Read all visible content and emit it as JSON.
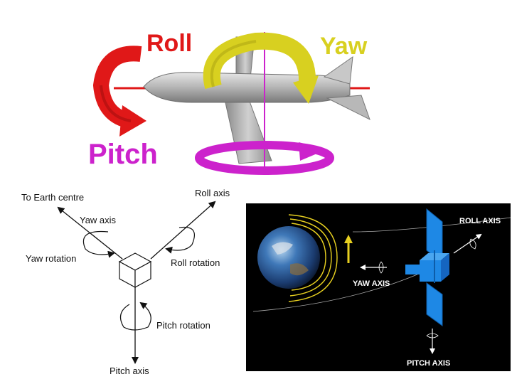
{
  "airplane": {
    "roll_label": "Roll",
    "yaw_label": "Yaw",
    "pitch_label": "Pitch",
    "colors": {
      "roll": "#e01818",
      "yaw": "#d8d020",
      "pitch": "#cc22cc",
      "body": "#b8b8b8"
    }
  },
  "axis_diagram": {
    "to_earth_centre": "To Earth centre",
    "yaw_axis": "Yaw axis",
    "yaw_rotation": "Yaw rotation",
    "roll_axis": "Roll axis",
    "roll_rotation": "Roll rotation",
    "pitch_rotation": "Pitch rotation",
    "pitch_axis": "Pitch axis"
  },
  "satellite": {
    "roll_axis": "ROLL AXIS",
    "yaw_axis": "YAW AXIS",
    "pitch_axis": "PITCH AXIS",
    "colors": {
      "background": "#000000",
      "satellite": "#1e88e5",
      "orbit_arrow": "#e8d020"
    }
  }
}
